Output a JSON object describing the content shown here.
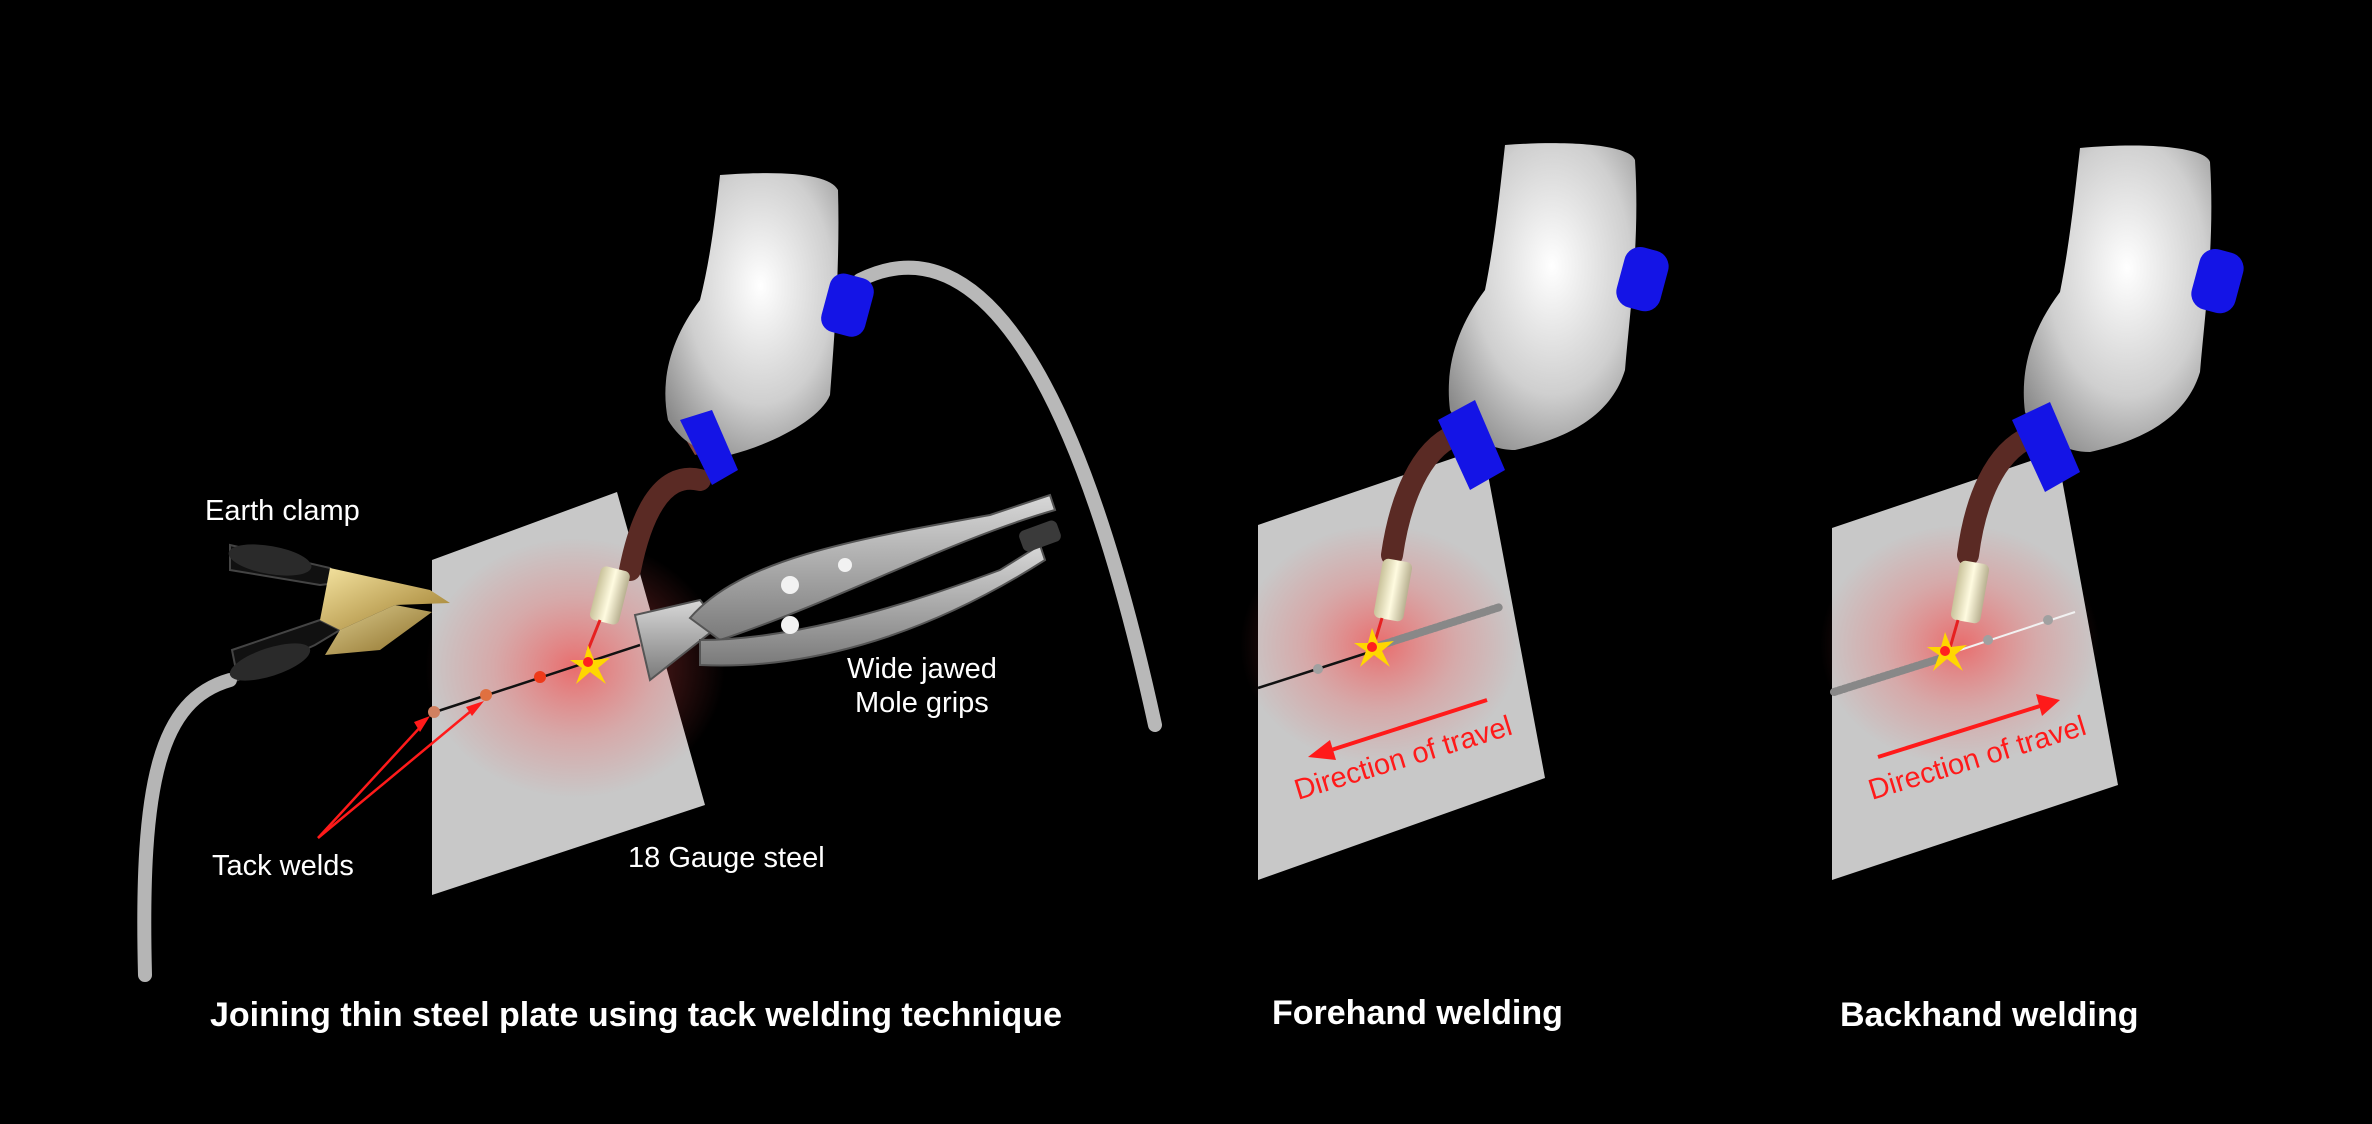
{
  "labels": {
    "earth_clamp": "Earth clamp",
    "mole_grips_line1": "Wide jawed",
    "mole_grips_line2": "Mole grips",
    "tack_welds": "Tack welds",
    "steel_gauge": "18 Gauge steel",
    "direction_forehand": "Direction of travel",
    "direction_backhand": "Direction of travel"
  },
  "captions": {
    "tack": "Joining thin steel plate using tack welding technique",
    "forehand": "Forehand welding",
    "backhand": "Backhand welding"
  },
  "colors": {
    "background": "#000000",
    "plate": "#c8c8c8",
    "glove": "#dcdcdc",
    "torch_grip": "#1414e6",
    "annotation_red": "#ff1a1a",
    "text": "#ffffff"
  }
}
